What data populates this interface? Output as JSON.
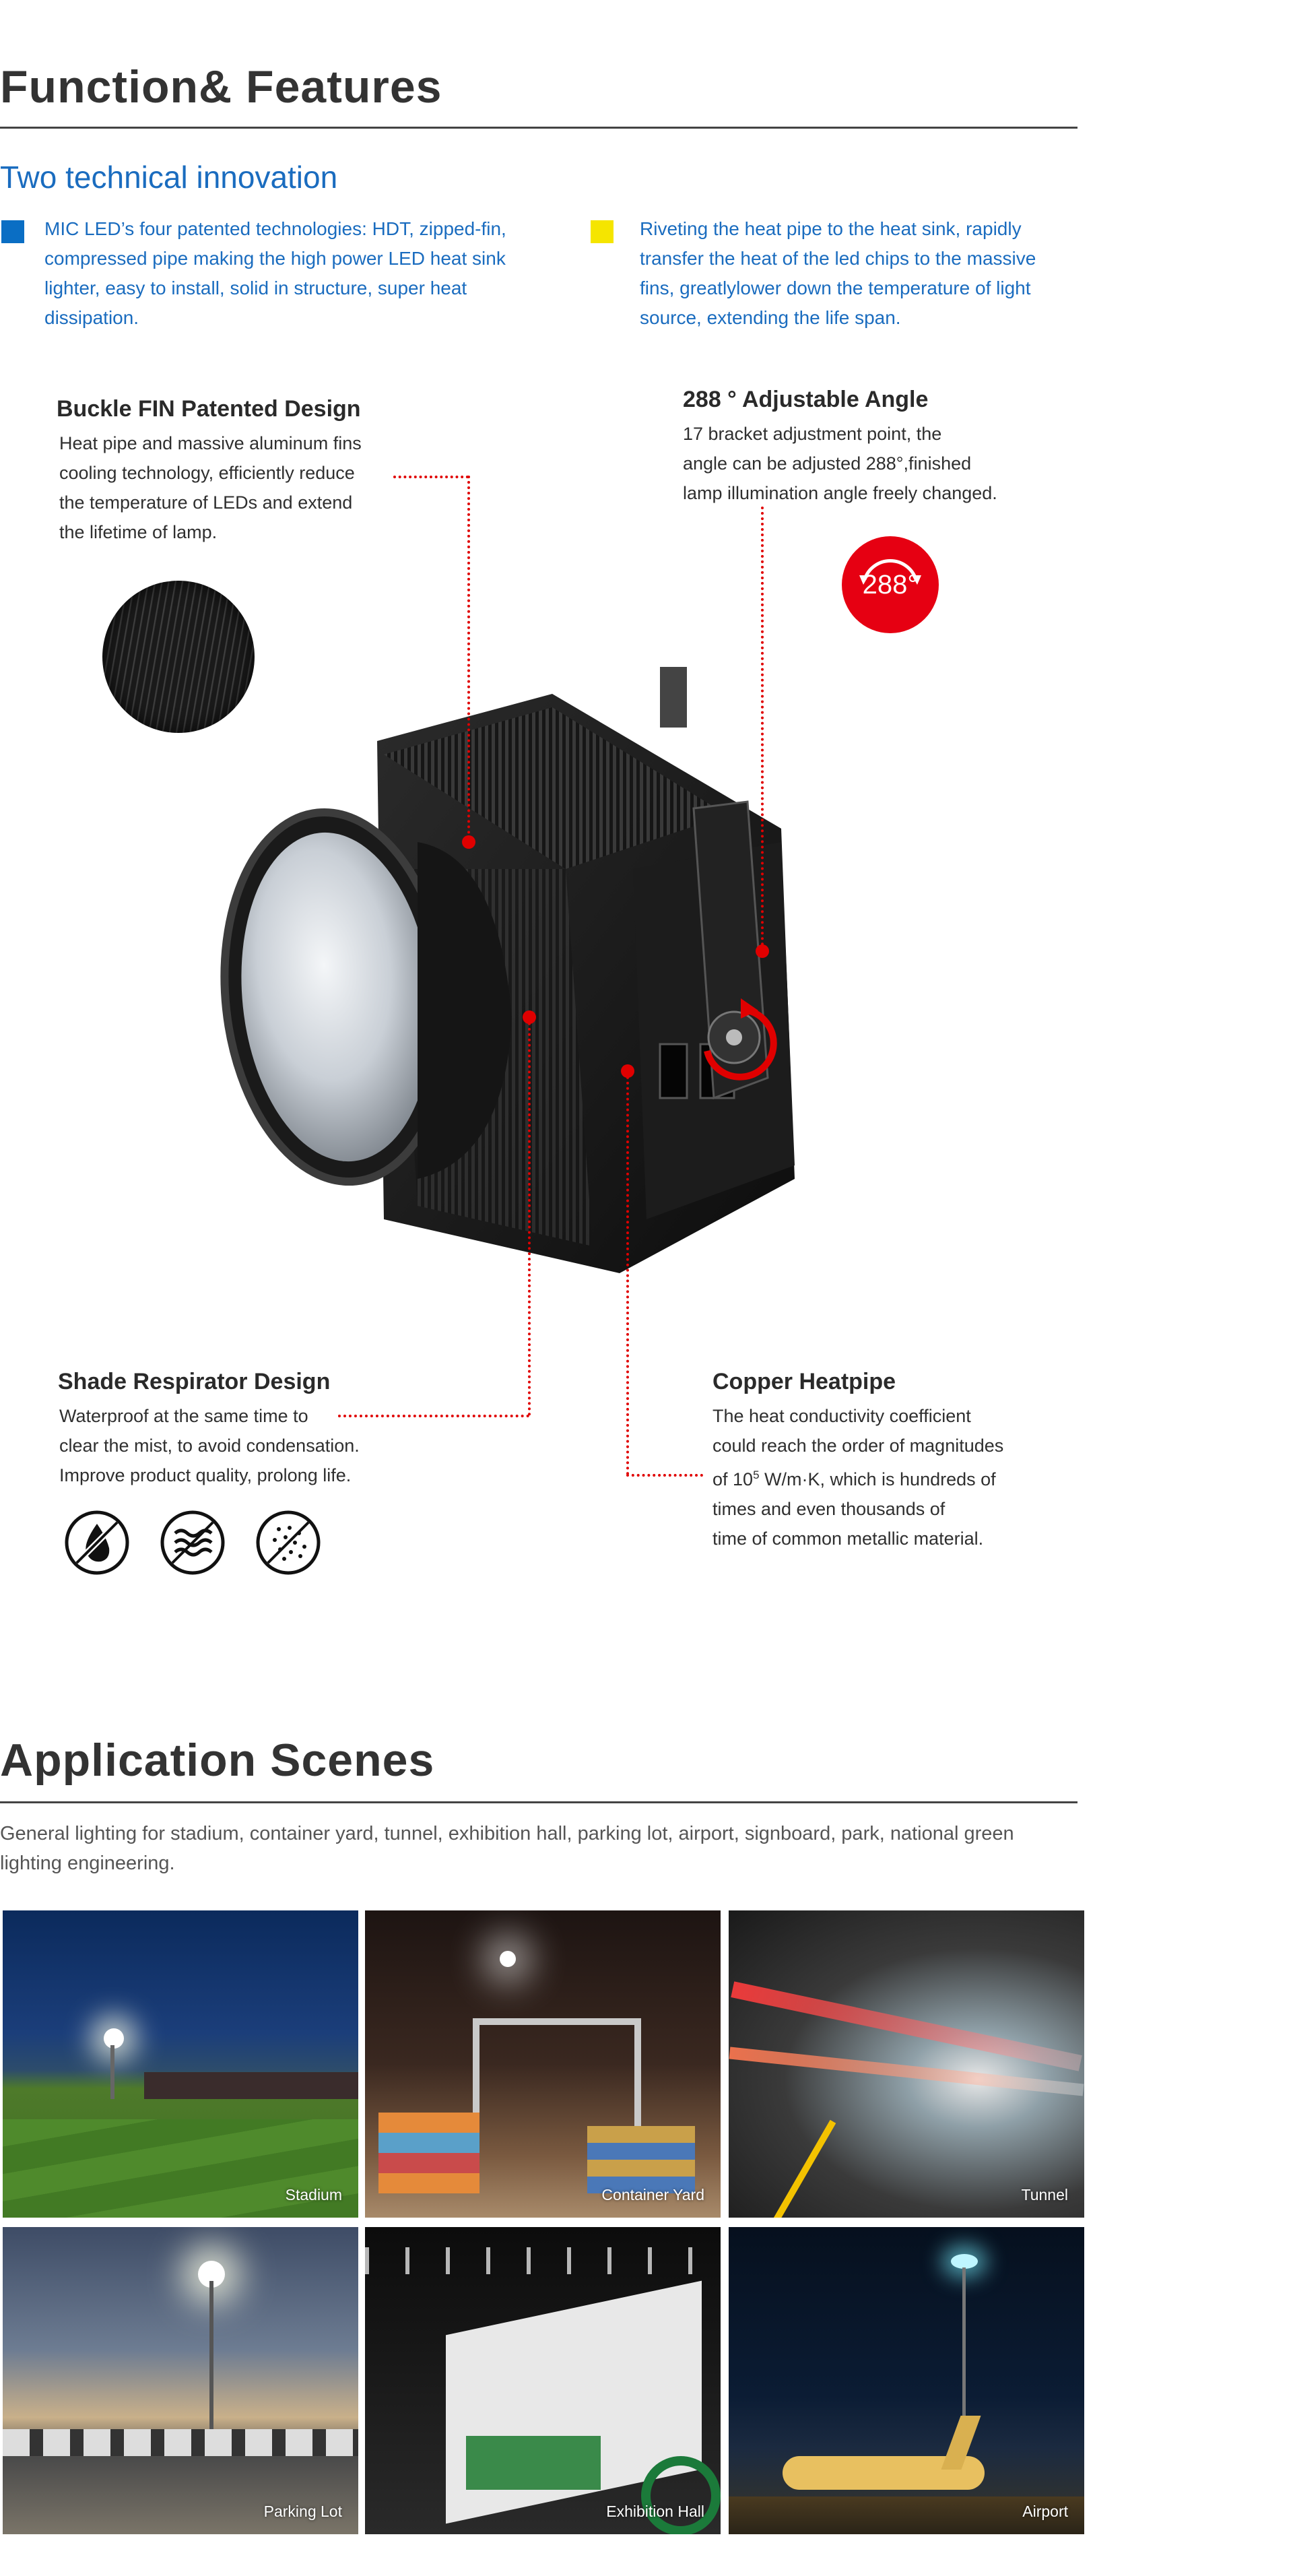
{
  "function_section": {
    "title": "Function& Features",
    "subtitle": "Two technical innovation",
    "innovations": [
      {
        "color": "#0a6ec4",
        "text": "MIC LED’s four patented technologies: HDT, zipped-fin, compressed pipe making the high power LED heat sink lighter, easy to install, solid in structure, super heat dissipation."
      },
      {
        "color": "#f5e500",
        "text": "Riveting the heat pipe to the heat sink, rapidly transfer the heat of the led chips to the massive fins, greatlylower down the temperature of light source, extending the life span."
      }
    ]
  },
  "features": {
    "buckle": {
      "title": "Buckle FIN Patented Design",
      "lines": [
        "Heat pipe and massive aluminum fins",
        "cooling technology, efficiently reduce",
        "the temperature of LEDs and extend",
        "the lifetime of lamp."
      ]
    },
    "angle": {
      "title": "288 ° Adjustable Angle",
      "lines": [
        "17 bracket adjustment point, the",
        "angle can be adjusted 288°,finished",
        "lamp illumination angle freely changed."
      ],
      "badge": "288°"
    },
    "shade": {
      "title": "Shade Respirator Design",
      "lines": [
        "Waterproof at the same time to",
        "clear the mist, to avoid condensation.",
        "Improve product quality, prolong life."
      ]
    },
    "copper": {
      "title": "Copper Heatpipe",
      "line1": "The heat conductivity coefficient",
      "line2": "could reach the order of magnitudes",
      "line3_pre": "of 10",
      "line3_sup": "5",
      "line3_post": " W/m·K, which is hundreds of",
      "line4": "times and even thousands of",
      "line5": "time of common metallic material."
    }
  },
  "icons": [
    "waterproof-icon",
    "mist-icon",
    "dust-icon"
  ],
  "application_section": {
    "title": "Application Scenes",
    "description": "General lighting for stadium, container yard, tunnel, exhibition hall, parking lot, airport, signboard, park, national green lighting engineering.",
    "scenes": [
      {
        "label": "Stadium"
      },
      {
        "label": "Container Yard"
      },
      {
        "label": "Tunnel"
      },
      {
        "label": "Parking Lot"
      },
      {
        "label": "Exhibition Hall"
      },
      {
        "label": "Airport"
      }
    ]
  },
  "colors": {
    "accent_blue": "#1a6cbf",
    "marker_red": "#e00000",
    "badge_red": "#e60012"
  }
}
